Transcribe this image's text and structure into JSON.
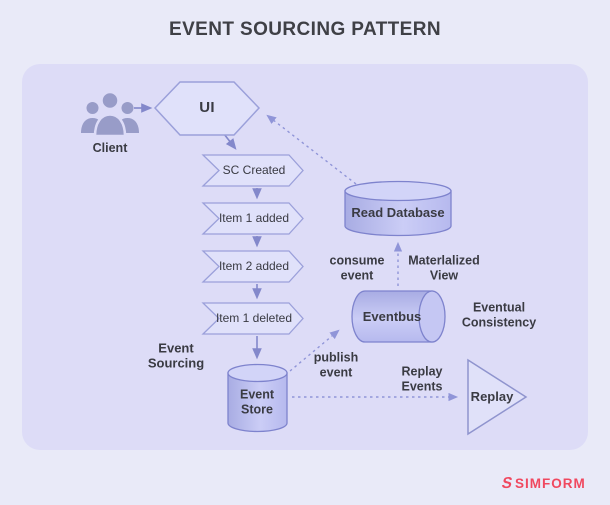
{
  "title": "EVENT SOURCING PATTERN",
  "nodes": {
    "client": "Client",
    "ui": "UI",
    "event_store": "Event\nStore",
    "read_database": "Read Database",
    "eventbus": "Eventbus",
    "replay": "Replay"
  },
  "events": [
    "SC Created",
    "Item 1 added",
    "Item 2 added",
    "Item 1 deleted"
  ],
  "labels": {
    "event_sourcing": "Event\nSourcing",
    "consume_event": "consume\nevent",
    "materialized_view": "Materlalized\nView",
    "eventual_consistency": "Eventual\nConsistency",
    "publish_event": "publish\nevent",
    "replay_events": "Replay\nEvents"
  },
  "branding": {
    "logo_icon_glyph": "S",
    "logo_text": "SIMFORM",
    "logo_color": "#F0485F"
  },
  "colors": {
    "background": "#E9EAF8",
    "panel": "#DDDCF7",
    "shape_fill": "#E0E1FA",
    "shape_stroke": "#9BA0DA",
    "cylinder_dark": "#A8ACE3",
    "cylinder_light": "#CBCDF6",
    "connector": "#8C91D4",
    "text": "#3A3B43"
  }
}
